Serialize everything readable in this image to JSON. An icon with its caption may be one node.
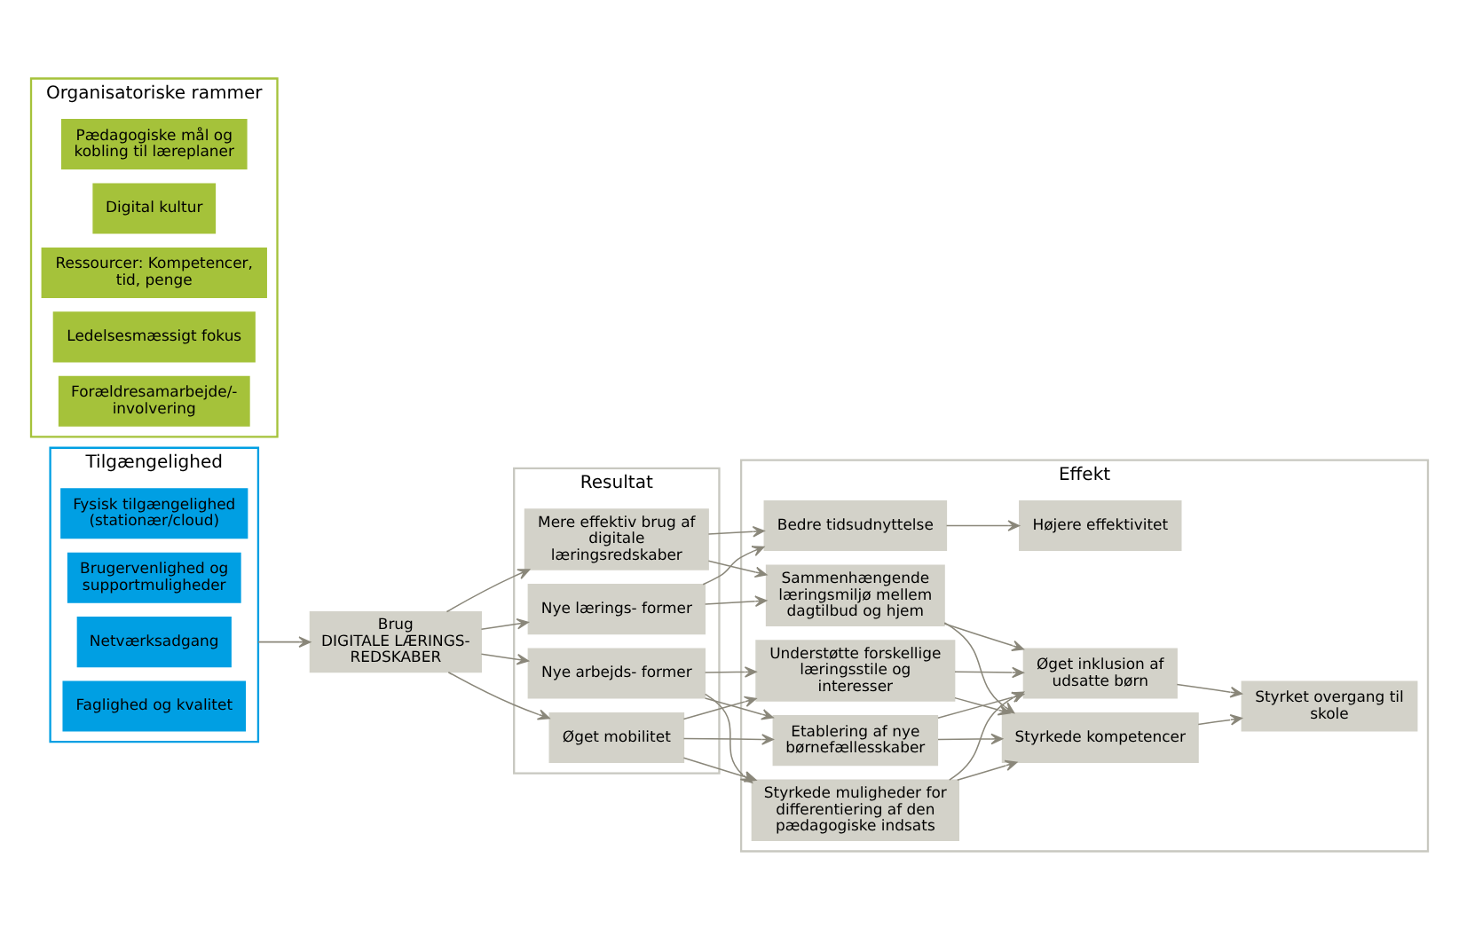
{
  "diagram": {
    "nodes": [
      {
        "text": [
          "Tilgængelighed"
        ]
      },
      {
        "text": [
          "Fysisk tilgængelighed (stationær/cloud)"
        ],
        "in": 0
      },
      {
        "text": [
          "Brugervenlighed og supportmuligheder"
        ],
        "in": 0
      },
      {
        "text": [
          "Netværksadgang"
        ],
        "in": 0
      },
      {
        "text": [
          "Faglighed og kvalitet"
        ],
        "in": 0
      },
      {
        "text": [
          "Organisatoriske rammer"
        ]
      },
      {
        "text": [
          "Pædagogiske mål og kobling til læreplaner"
        ],
        "in": 5
      },
      {
        "text": [
          "Digital kultur"
        ],
        "in": 5
      },
      {
        "text": [
          "Ressourcer: Kompetencer, tid, penge"
        ],
        "in": 5
      },
      {
        "text": [
          "Ledelsesmæssigt fokus"
        ],
        "in": 5
      },
      {
        "text": [
          "Forældresamarbejde/-involvering"
        ],
        "in": 5
      },
      {
        "text": [
          "Brug",
          "DIGITALE LÆRINGS- REDSKABER"
        ]
      },
      {
        "text": [
          "Resultat"
        ]
      },
      {
        "text": [
          "Mere effektiv brug af digitale læringsredskaber"
        ],
        "in": 12
      },
      {
        "text": [
          "Nye lærings- former"
        ],
        "in": 12
      },
      {
        "text": [
          "Nye arbejds- former"
        ],
        "in": 12
      },
      {
        "text": [
          "Øget mobilitet"
        ],
        "in": 12
      },
      {
        "text": [
          "Effekt"
        ]
      },
      {
        "text": [
          "Bedre tidsudnyttelse"
        ],
        "in": 17
      },
      {
        "text": [
          "Sammenhængende læringsmiljø mellem dagtilbud og hjem"
        ],
        "in": 17
      },
      {
        "text": [
          "Styrkede muligheder for differentiering af den pædagogiske indsats"
        ],
        "in": 17
      },
      {
        "text": [
          "Understøtte forskellige læringsstile og interesser"
        ],
        "in": 17
      },
      {
        "text": [
          "Etablering af nye børnefællesskaber"
        ],
        "in": 17
      },
      {
        "text": [
          "Højere effektivitet"
        ],
        "in": 17
      },
      {
        "text": [
          "Styrkede kompetencer"
        ],
        "in": 17
      },
      {
        "text": [
          "Styrket overgang til skole"
        ],
        "in": 17
      },
      {
        "text": [
          "Øget inklusion af udsatte børn"
        ],
        "in": 17
      }
    ],
    "edges": [
      {
        "from": 0,
        "to": 11,
        "arrow": "to"
      },
      {
        "from": 11,
        "to": 13,
        "arrow": "to"
      },
      {
        "from": 11,
        "to": 14,
        "arrow": "to"
      },
      {
        "from": 11,
        "to": 15,
        "arrow": "to"
      },
      {
        "from": 11,
        "to": 16,
        "arrow": "to"
      },
      {
        "from": 13,
        "to": 18,
        "arrow": "to"
      },
      {
        "from": 13,
        "to": 19,
        "arrow": "to"
      },
      {
        "from": 14,
        "to": 18,
        "arrow": "to"
      },
      {
        "from": 14,
        "to": 19,
        "arrow": "to"
      },
      {
        "from": 15,
        "to": 20,
        "arrow": "to"
      },
      {
        "from": 15,
        "to": 21,
        "arrow": "to"
      },
      {
        "from": 15,
        "to": 22,
        "arrow": "to"
      },
      {
        "from": 16,
        "to": 20,
        "arrow": "to"
      },
      {
        "from": 16,
        "to": 21,
        "arrow": "to"
      },
      {
        "from": 16,
        "to": 22,
        "arrow": "to"
      },
      {
        "from": 18,
        "to": 23,
        "arrow": "to"
      },
      {
        "from": 19,
        "to": 24,
        "arrow": "to"
      },
      {
        "from": 19,
        "to": 26,
        "arrow": "to"
      },
      {
        "from": 20,
        "to": 24,
        "arrow": "to"
      },
      {
        "from": 20,
        "to": 26,
        "arrow": "to"
      },
      {
        "from": 21,
        "to": 24,
        "arrow": "to"
      },
      {
        "from": 21,
        "to": 26,
        "arrow": "to"
      },
      {
        "from": 22,
        "to": 24,
        "arrow": "to"
      },
      {
        "from": 22,
        "to": 26,
        "arrow": "to"
      },
      {
        "from": 24,
        "to": 25,
        "arrow": "to"
      },
      {
        "from": 26,
        "to": 25,
        "arrow": "to"
      }
    ]
  }
}
